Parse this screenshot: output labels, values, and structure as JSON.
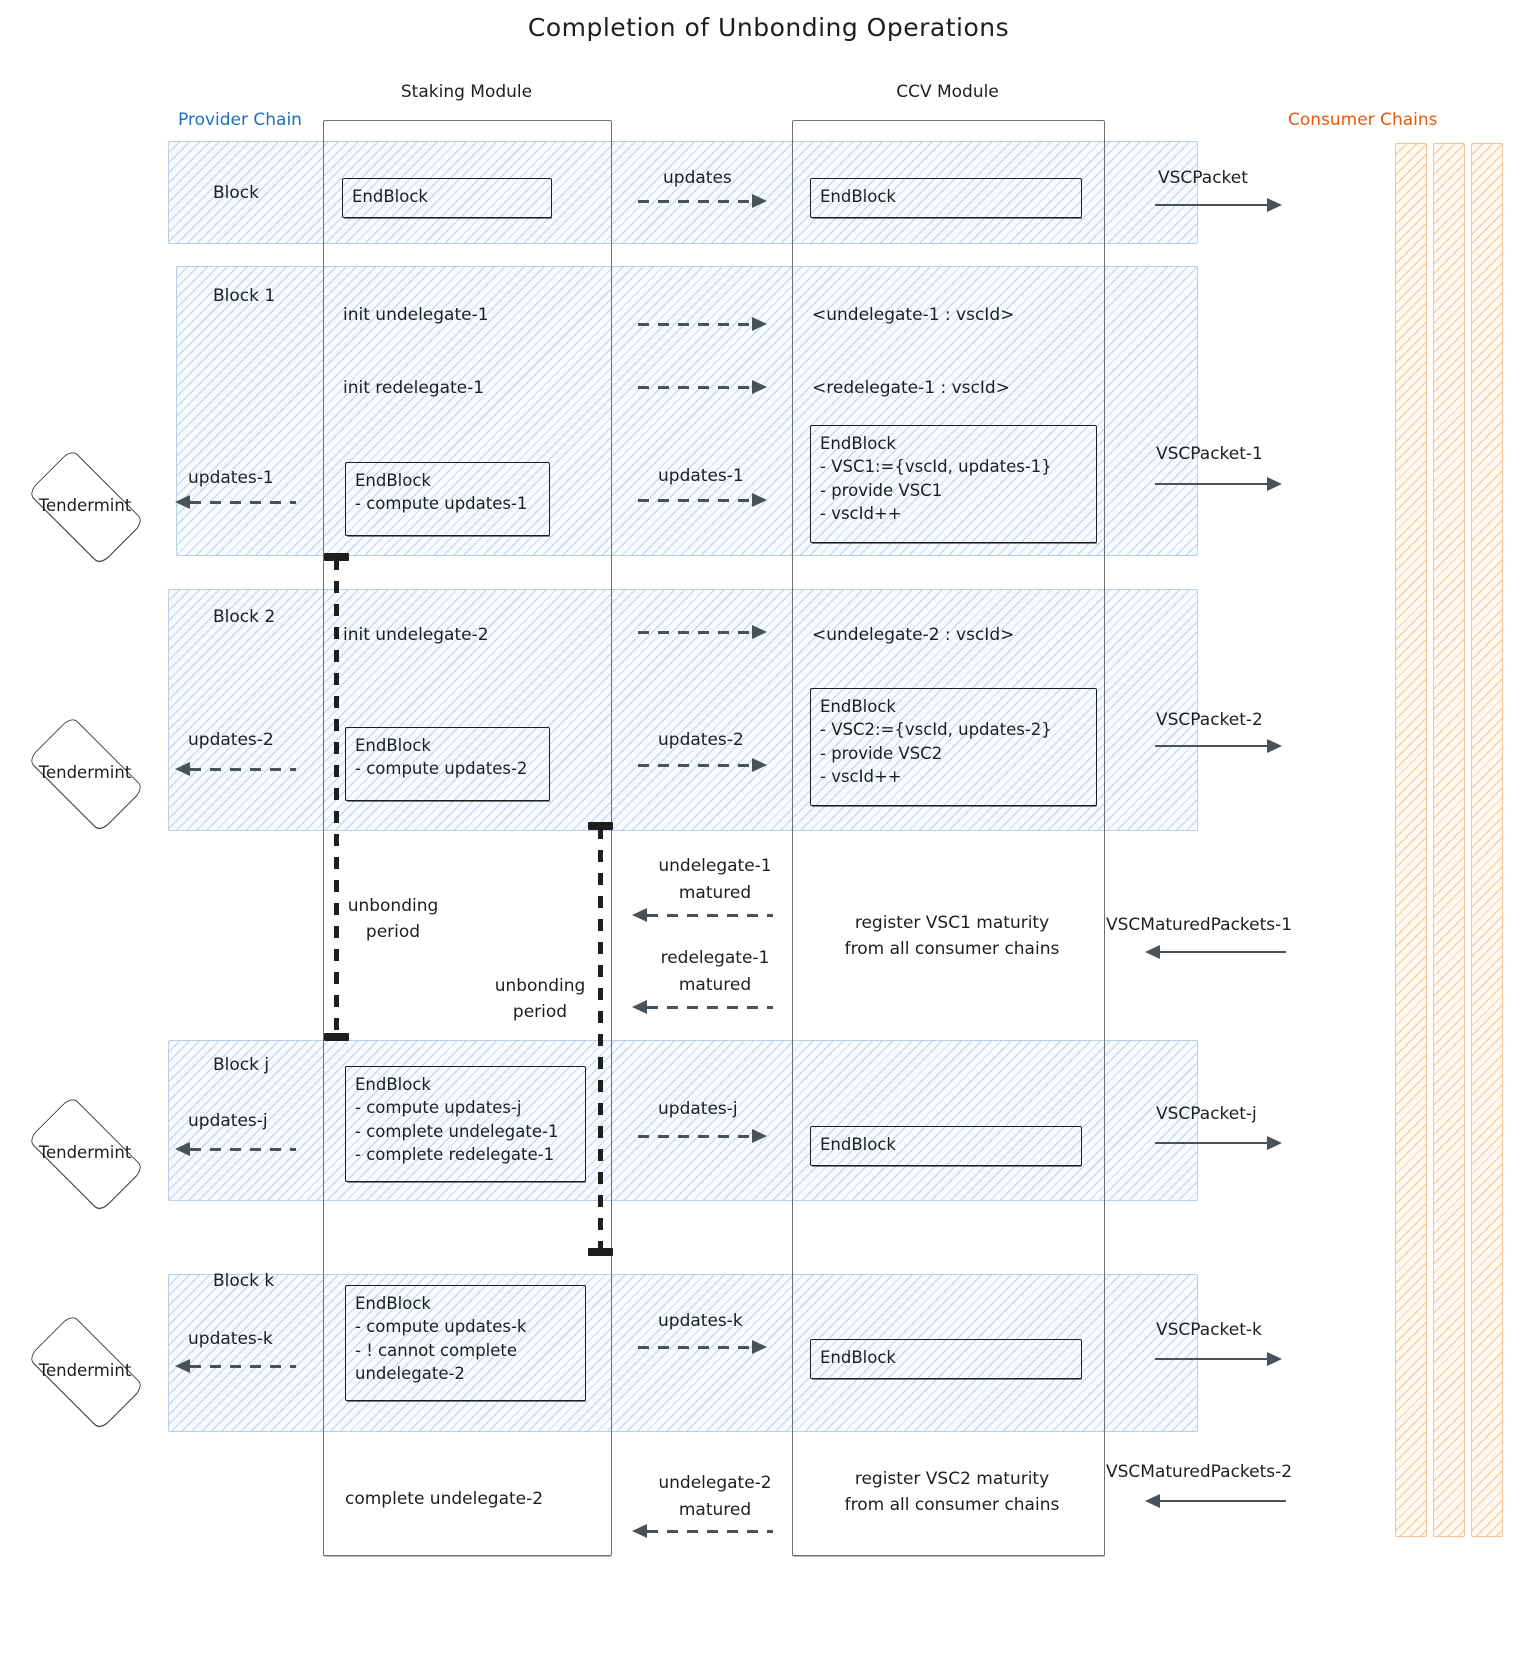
{
  "diagram": {
    "type": "sequence-diagram",
    "title": "Completion of Unbonding Operations",
    "lifelines": [
      {
        "id": "provider-chain",
        "label": "Provider Chain",
        "color": "#1971c2"
      },
      {
        "id": "staking-module",
        "label": "Staking Module",
        "color": "#1e1e1e"
      },
      {
        "id": "ccv-module",
        "label": "CCV Module",
        "color": "#1e1e1e"
      },
      {
        "id": "consumer-chains",
        "label": "Consumer Chains",
        "color": "#e8590c"
      }
    ],
    "actors": [
      {
        "id": "tendermint-1",
        "label": "Tendermint"
      },
      {
        "id": "tendermint-2",
        "label": "Tendermint"
      },
      {
        "id": "tendermint-3",
        "label": "Tendermint"
      },
      {
        "id": "tendermint-4",
        "label": "Tendermint"
      }
    ],
    "blocks": [
      {
        "id": "block-0",
        "label": "Block",
        "staking_box": "EndBlock",
        "updates_label": "updates",
        "ccv_box": "EndBlock",
        "vsc_packet_label": "VSCPacket"
      },
      {
        "id": "block-1",
        "label": "Block 1",
        "messages": [
          {
            "from": "init undelegate-1",
            "to": "<undelegate-1 : vscId>"
          },
          {
            "from": "init redelegate-1",
            "to": "<redelegate-1 : vscId>"
          }
        ],
        "tendermint_label": "updates-1",
        "staking_box": "EndBlock\n- compute updates-1",
        "updates_label": "updates-1",
        "ccv_box": "EndBlock\n- VSC1:={vscId, updates-1}\n- provide VSC1\n- vscId++",
        "vsc_packet_label": "VSCPacket-1"
      },
      {
        "id": "block-2",
        "label": "Block 2",
        "messages": [
          {
            "from": "init undelegate-2",
            "to": "<undelegate-2 : vscId>"
          }
        ],
        "tendermint_label": "updates-2",
        "staking_box": "EndBlock\n- compute updates-2",
        "updates_label": "updates-2",
        "ccv_box": "EndBlock\n- VSC2:={vscId, updates-2}\n- provide VSC2\n- vscId++",
        "vsc_packet_label": "VSCPacket-2"
      },
      {
        "id": "block-j",
        "label": "Block j",
        "tendermint_label": "updates-j",
        "staking_box": "EndBlock\n- compute updates-j\n- complete undelegate-1\n- complete redelegate-1",
        "updates_label": "updates-j",
        "ccv_box": "EndBlock",
        "vsc_packet_label": "VSCPacket-j"
      },
      {
        "id": "block-k",
        "label": "Block k",
        "tendermint_label": "updates-k",
        "staking_box": "EndBlock\n- compute updates-k\n- ! cannot complete\nundelegate-2",
        "updates_label": "updates-k",
        "ccv_box": "EndBlock",
        "vsc_packet_label": "VSCPacket-k"
      }
    ],
    "unbonding": [
      {
        "id": "unbonding-period-1",
        "label": "unbonding\nperiod"
      },
      {
        "id": "unbonding-period-2",
        "label": "unbonding\nperiod"
      }
    ],
    "maturity": [
      {
        "id": "maturity-1",
        "matured_labels": [
          "undelegate-1\nmatured",
          "redelegate-1\nmatured"
        ],
        "register_note": "register VSC1 maturity\nfrom all consumer chains",
        "vsc_matured_label": "VSCMaturedPackets-1"
      },
      {
        "id": "maturity-2",
        "matured_labels": [
          "undelegate-2\nmatured"
        ],
        "register_note": "register VSC2 maturity\nfrom all consumer chains",
        "vsc_matured_label": "VSCMaturedPackets-2",
        "staking_note": "complete undelegate-2"
      }
    ]
  }
}
